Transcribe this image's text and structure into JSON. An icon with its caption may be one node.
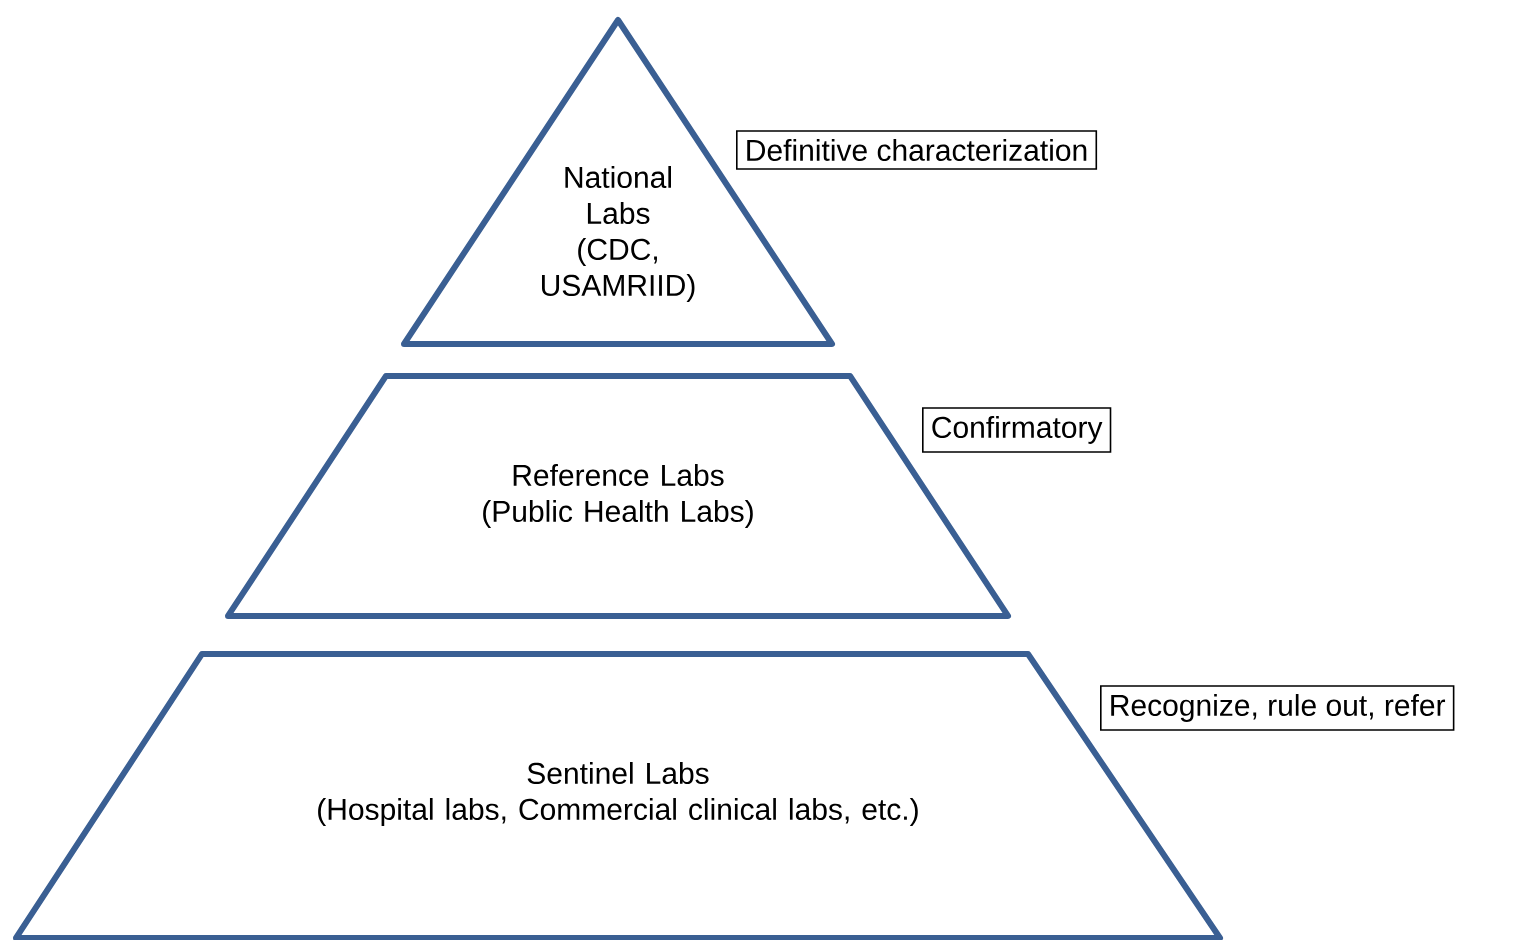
{
  "diagram": {
    "nodes": [
      {
        "text": [
          "National Labs",
          "(CDC, USAMRIID)"
        ]
      },
      {
        "text": [
          "Reference Labs",
          "(Public Health Labs)"
        ]
      },
      {
        "text": [
          "Sentinel Labs",
          "(Hospital labs, Commercial clinical labs, etc.)"
        ]
      },
      {
        "text": [
          "Definitive characterization"
        ]
      },
      {
        "text": [
          "Confirmatory"
        ]
      },
      {
        "text": [
          "Recognize, rule out, refer"
        ]
      }
    ]
  }
}
